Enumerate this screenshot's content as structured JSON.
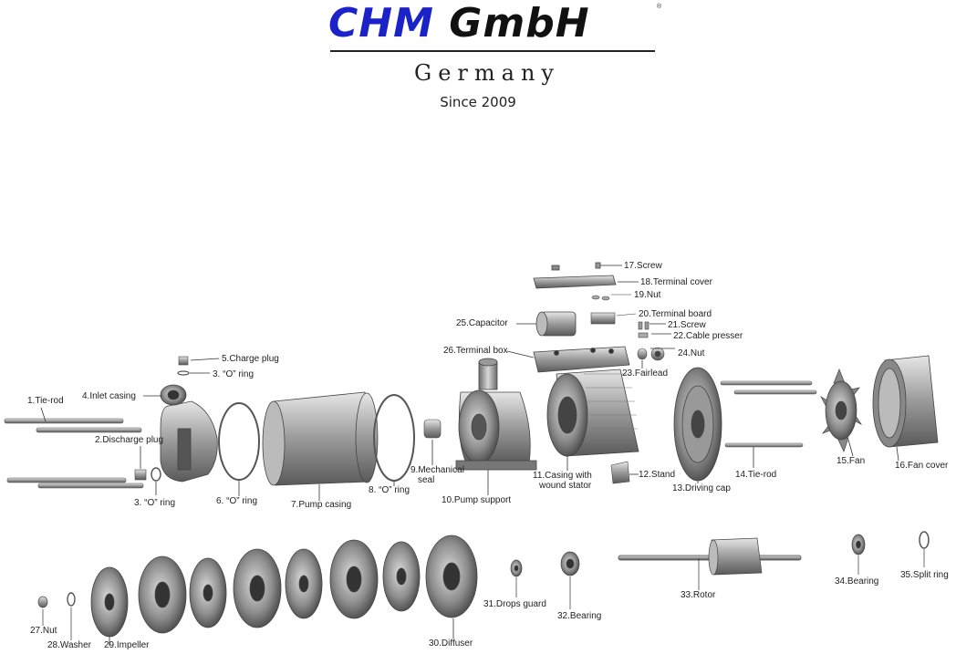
{
  "brand": {
    "name_part1": "CHM",
    "name_part2": "GmbH",
    "trademark": "®",
    "country": "Germany",
    "since": "Since 2009"
  },
  "parts": {
    "p1": "1.Tie-rod",
    "p2": "2.Discharge plug",
    "p3a": "3. “O” ring",
    "p3b": "3. “O” ring",
    "p4": "4.Inlet casing",
    "p5": "5.Charge plug",
    "p6": "6. “O” ring",
    "p7": "7.Pump casing",
    "p8": "8. “O” ring",
    "p9a": "9.Mechanical",
    "p9b": "seal",
    "p10": "10.Pump support",
    "p11a": "11.Casing with",
    "p11b": "wound stator",
    "p12": "12.Stand",
    "p13": "13.Driving cap",
    "p14": "14.Tie-rod",
    "p15": "15.Fan",
    "p16": "16.Fan cover",
    "p17": "17.Screw",
    "p18": "18.Terminal cover",
    "p19": "19.Nut",
    "p20": "20.Terminal board",
    "p21": "21.Screw",
    "p22": "22.Cable presser",
    "p23": "23.Fairlead",
    "p24": "24.Nut",
    "p25": "25.Capacitor",
    "p26": "26.Terminal box",
    "p27": "27.Nut",
    "p28": "28.Washer",
    "p29": "29.Impeller",
    "p30": "30.Diffuser",
    "p31": "31.Drops guard",
    "p32": "32.Bearing",
    "p33": "33.Rotor",
    "p34": "34.Bearing",
    "p35": "35.Split ring"
  }
}
